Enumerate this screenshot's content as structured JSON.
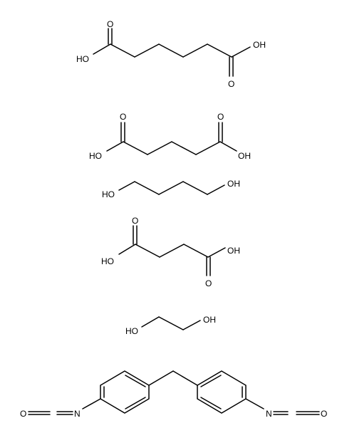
{
  "diagram": {
    "molecules": [
      {
        "name": "adipic-acid",
        "labels": [
          "O",
          "HO",
          "OH",
          "O"
        ]
      },
      {
        "name": "glutaric-acid",
        "labels": [
          "O",
          "HO",
          "O",
          "OH"
        ]
      },
      {
        "name": "butanediol",
        "labels": [
          "HO",
          "OH"
        ]
      },
      {
        "name": "succinic-acid",
        "labels": [
          "O",
          "HO",
          "OH",
          "O"
        ]
      },
      {
        "name": "ethylene-glycol",
        "labels": [
          "HO",
          "OH"
        ]
      },
      {
        "name": "methylene-diphenyl-diisocyanate",
        "labels": [
          "O",
          "N",
          "N",
          "O"
        ]
      }
    ]
  }
}
